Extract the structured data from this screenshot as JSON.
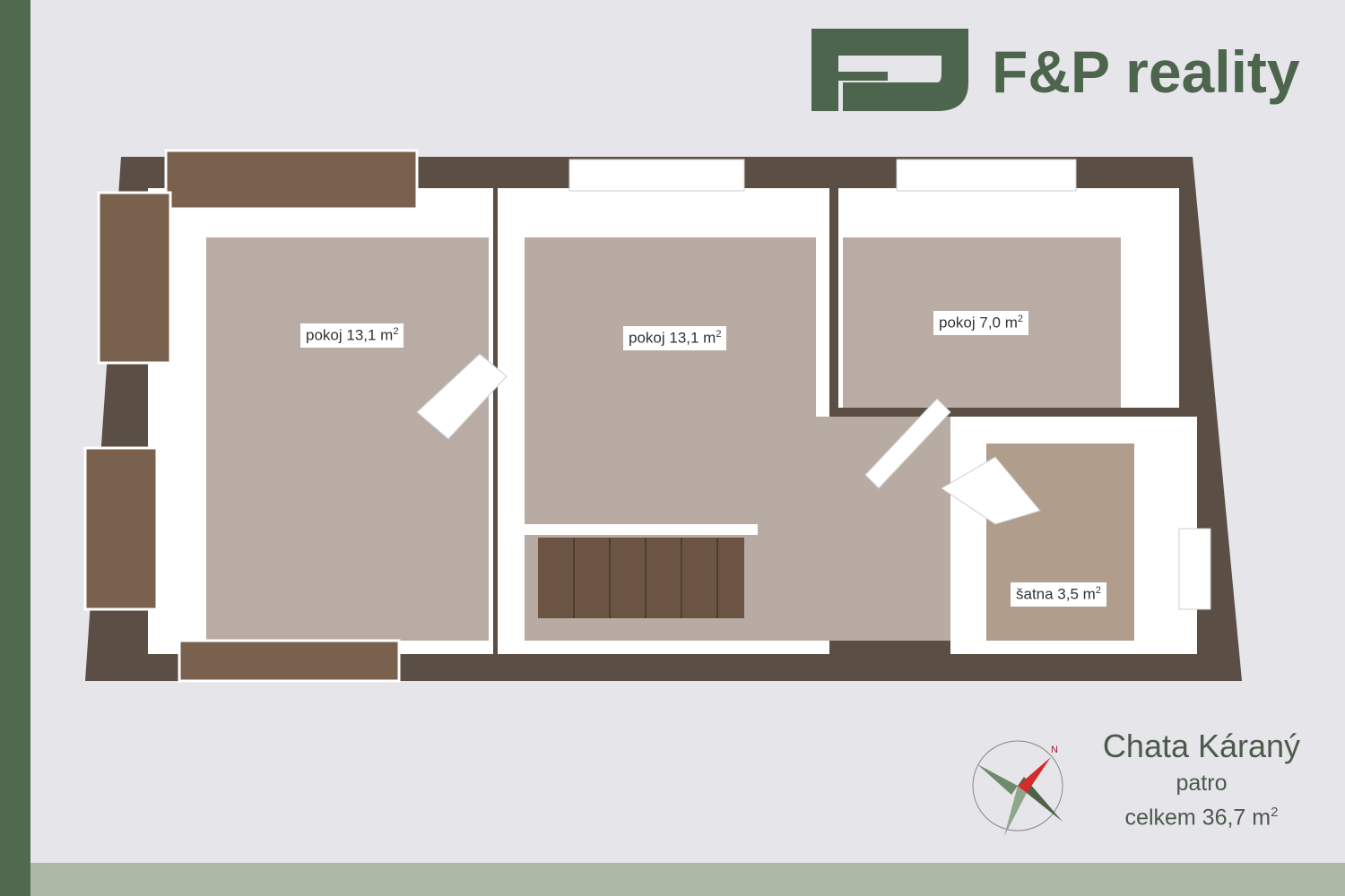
{
  "brand": {
    "name": "F&P reality",
    "logo_icon": "fp-logo-icon",
    "color": "#4d654c"
  },
  "rooms": [
    {
      "name": "pokoj 13,1 m",
      "sup": "2"
    },
    {
      "name": "pokoj 13,1 m",
      "sup": "2"
    },
    {
      "name": "pokoj 7,0 m",
      "sup": "2"
    },
    {
      "name": "šatna 3,5 m",
      "sup": "2"
    }
  ],
  "info": {
    "title": "Chata Káraný",
    "floor": "patro",
    "total": "celkem 36,7 m",
    "total_sup": "2"
  },
  "compass": {
    "north_label": "N"
  }
}
